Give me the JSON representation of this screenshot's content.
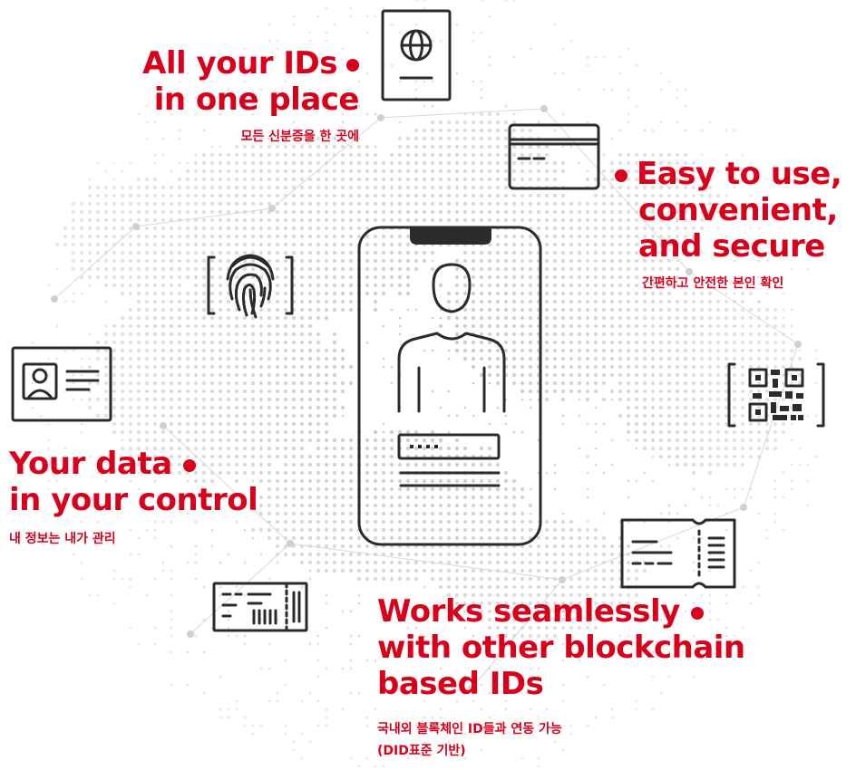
{
  "features": {
    "all_ids": {
      "title_lines": [
        "All your IDs",
        "in one place"
      ],
      "subtitle": "모든 신분증을 한 곳에"
    },
    "easy": {
      "title_lines": [
        "Easy to use,",
        "convenient,",
        "and secure"
      ],
      "subtitle": "간편하고 안전한 본인 확인"
    },
    "data": {
      "title_lines": [
        "Your data",
        "in your control"
      ],
      "subtitle": "내 정보는 내가 관리"
    },
    "works": {
      "title_lines": [
        "Works seamlessly",
        "with other blockchain",
        "based IDs"
      ],
      "subtitle_lines": [
        "국내외 블록체인 ID들과 연동 가능",
        "(DID표준 기반)"
      ]
    }
  },
  "colors": {
    "accent": "#d9001b",
    "icon_stroke": "#2b2b2b",
    "globe_dots": "#c9c9c9"
  },
  "icons": [
    "passport-icon",
    "card-icon",
    "fingerprint-icon",
    "id-card-icon",
    "qr-code-icon",
    "phone-profile-icon",
    "ticket-icon",
    "boarding-pass-icon",
    "globe"
  ]
}
